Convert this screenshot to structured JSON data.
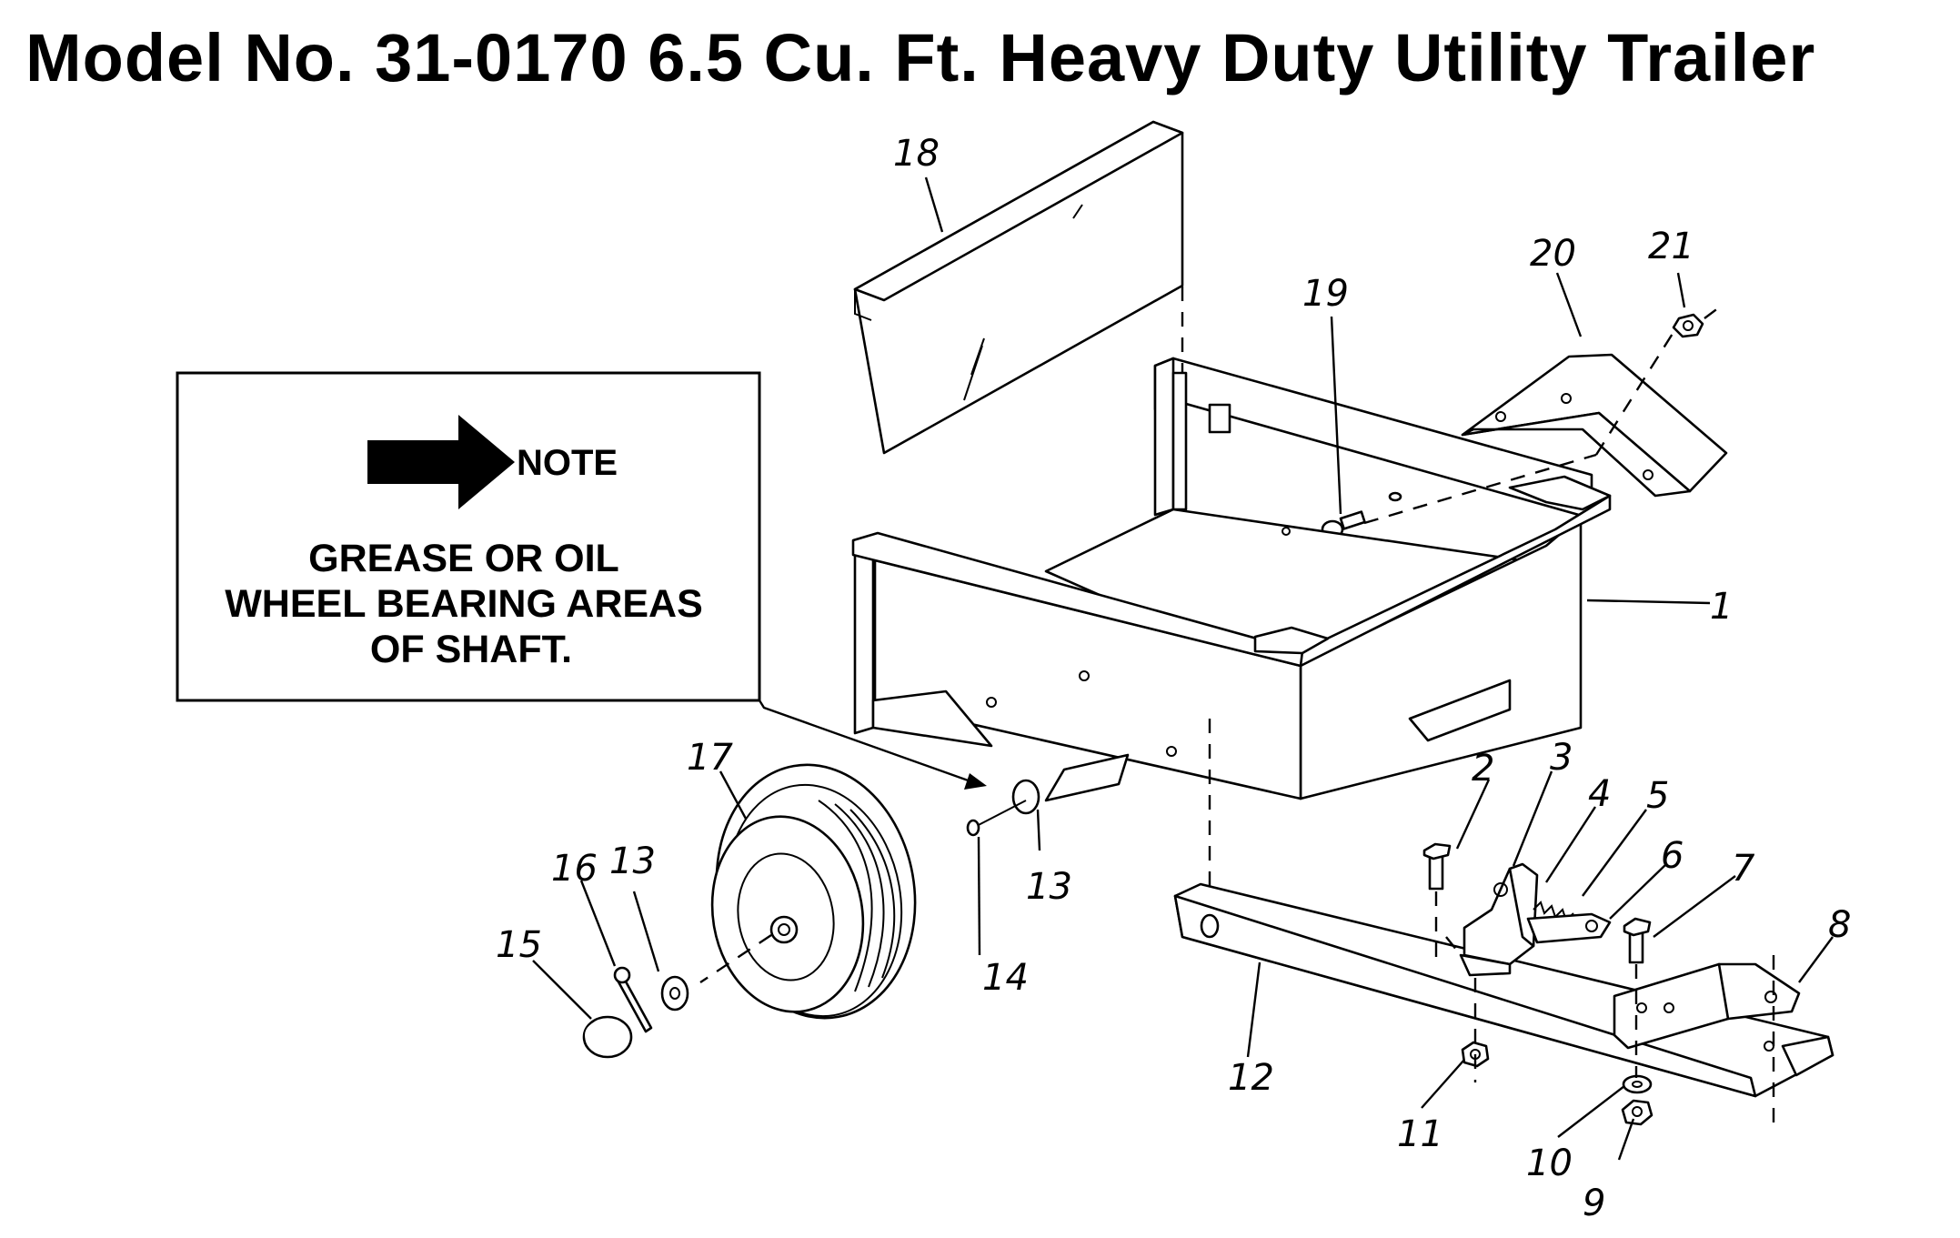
{
  "title": "Model No. 31-0170 6.5 Cu. Ft. Heavy Duty Utility Trailer",
  "note": {
    "flag": "NOTE",
    "lines": [
      "GREASE OR OIL",
      "WHEEL BEARING AREAS",
      "OF SHAFT."
    ]
  },
  "callouts": {
    "p1": "1",
    "p2": "2",
    "p3": "3",
    "p4": "4",
    "p5": "5",
    "p6": "6",
    "p7": "7",
    "p8": "8",
    "p9": "9",
    "p10": "10",
    "p11": "11",
    "p12": "12",
    "p13a": "13",
    "p13b": "13",
    "p14": "14",
    "p15": "15",
    "p16": "16",
    "p17": "17",
    "p18": "18",
    "p19": "19",
    "p20": "20",
    "p21": "21"
  }
}
